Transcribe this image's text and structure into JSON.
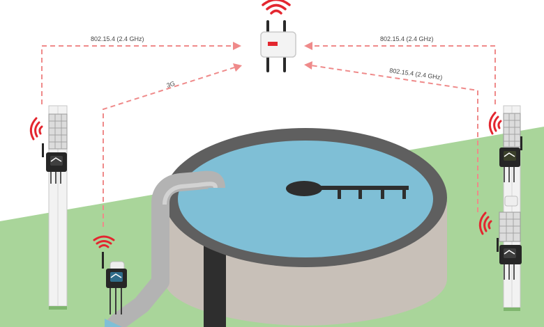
{
  "links": {
    "left_top": "802.15.4 (2.4 GHz)",
    "right_top": "802.15.4 (2.4 GHz)",
    "right_diagonal": "802.15.4 (2.4 GHz)",
    "cellular": "3G"
  },
  "colors": {
    "wifi_waves": "#e3262f",
    "link_dashes": "#ef8a8a",
    "grass": "#a9d59a",
    "tank_wall": "#c8c0b8",
    "tank_rim": "#5f5f5f",
    "water": "#7fbfd6",
    "pipe": "#b5b5b5",
    "node_body": "#262626"
  },
  "icons": [
    "gateway-icon",
    "solar-panel-icon",
    "sensor-node-icon",
    "wifi-waves-icon"
  ]
}
